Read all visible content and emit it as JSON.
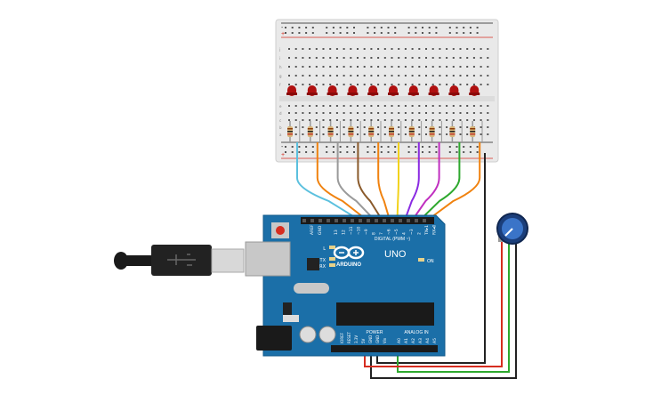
{
  "board": {
    "logo_text": "ARDUINO",
    "model_text": "UNO",
    "on_label": "ON",
    "tx_label": "TX",
    "rx_label": "RX",
    "l_label": "L",
    "digital_label": "DIGITAL (PWM ~)",
    "power_label": "POWER",
    "analog_label": "ANALOG IN",
    "aref_label": "AREF",
    "gnd_label": "GND",
    "digital_pins": [
      "13",
      "12",
      "~11",
      "~10",
      "~9",
      "8",
      "7",
      "~6",
      "~5",
      "4",
      "~3",
      "2",
      "TX▸1",
      "RX◂0"
    ],
    "power_pins": [
      "IOREF",
      "RESET",
      "3.3V",
      "5V",
      "GND",
      "GND",
      "Vin"
    ],
    "analog_pins": [
      "A0",
      "A1",
      "A2",
      "A3",
      "A4",
      "A5"
    ]
  },
  "breadboard": {
    "top_row_letters": [
      "j",
      "i",
      "h",
      "g",
      "f"
    ],
    "bottom_row_letters": [
      "e",
      "d",
      "c",
      "b",
      "a"
    ],
    "plus_sign": "+",
    "minus_sign": "-"
  },
  "leds": {
    "count": 10,
    "color": "#b01010"
  },
  "wires": {
    "colors": [
      "#5bc0de",
      "#f0820f",
      "#9a9a9a",
      "#8a5a2b",
      "#f0820f",
      "#f2d21b",
      "#8a2be2",
      "#c02fc0",
      "#2ea82e",
      "#f0820f"
    ]
  },
  "colors": {
    "board_blue": "#1b6fa8",
    "breadboard": "#e9e9e9",
    "red_wire": "#d62d20",
    "green_wire": "#2ea82e",
    "black_wire": "#222222"
  }
}
